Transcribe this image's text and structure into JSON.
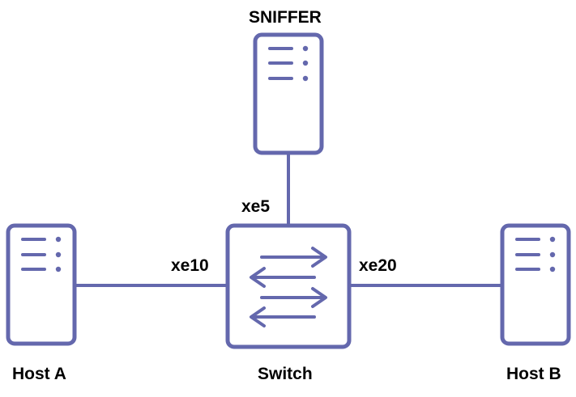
{
  "colors": {
    "stroke": "#6468ad",
    "background": "#ffffff",
    "text": "#000000"
  },
  "nodes": {
    "sniffer": {
      "label": "SNIFFER",
      "icon": "server-icon"
    },
    "host_a": {
      "label": "Host A",
      "icon": "server-icon"
    },
    "host_b": {
      "label": "Host B",
      "icon": "server-icon"
    },
    "switch": {
      "label": "Switch",
      "icon": "switch-icon"
    }
  },
  "ports": {
    "sniffer_port": "xe5",
    "host_a_port": "xe10",
    "host_b_port": "xe20"
  },
  "links": [
    {
      "from": "sniffer",
      "to": "switch",
      "port": "xe5"
    },
    {
      "from": "host_a",
      "to": "switch",
      "port": "xe10"
    },
    {
      "from": "switch",
      "to": "host_b",
      "port": "xe20"
    }
  ]
}
